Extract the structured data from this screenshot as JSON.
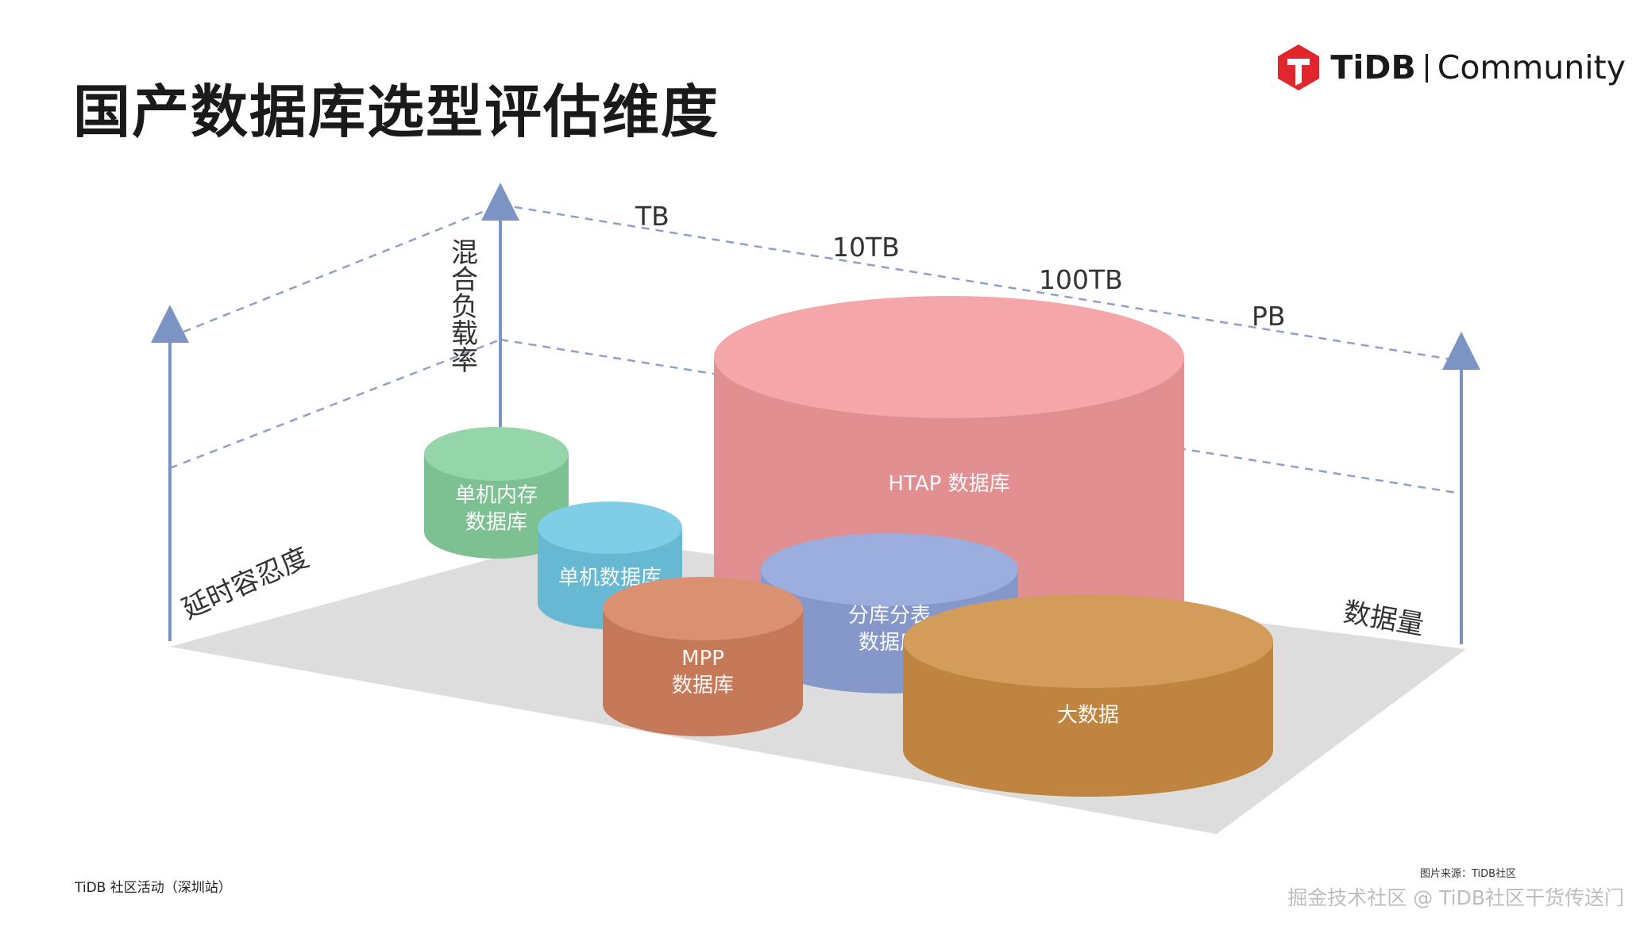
{
  "title": "国产数据库选型评估维度",
  "logo": {
    "brand": "TiDB",
    "separator": "|",
    "name": "Community",
    "icon": "tidb-logo-icon",
    "color": "#E1262D"
  },
  "axes": {
    "vertical_label": "混合负载率",
    "depth_label": "延时容忍度",
    "horizontal_label": "数据量",
    "scale_ticks": [
      "TB",
      "10TB",
      "100TB",
      "PB"
    ]
  },
  "cylinders": [
    {
      "id": "in-memory",
      "label_lines": [
        "单机内存",
        "数据库"
      ],
      "color": "#86CF9E"
    },
    {
      "id": "single",
      "label_lines": [
        "单机数据库"
      ],
      "color": "#6FC6E3"
    },
    {
      "id": "htap",
      "label_lines": [
        "HTAP 数据库"
      ],
      "color": "#F39A9D"
    },
    {
      "id": "sharding",
      "label_lines": [
        "分库分表",
        "数据库"
      ],
      "color": "#8FA3D8"
    },
    {
      "id": "mpp",
      "label_lines": [
        "MPP",
        "数据库"
      ],
      "color": "#D4825F"
    },
    {
      "id": "bigdata",
      "label_lines": [
        "大数据"
      ],
      "color": "#CD8F45"
    }
  ],
  "footer": {
    "event": "TiDB 社区活动（深圳站）",
    "source": "图片来源：TiDB社区",
    "watermark": "掘金技术社区 @ TiDB社区干货传送门"
  }
}
